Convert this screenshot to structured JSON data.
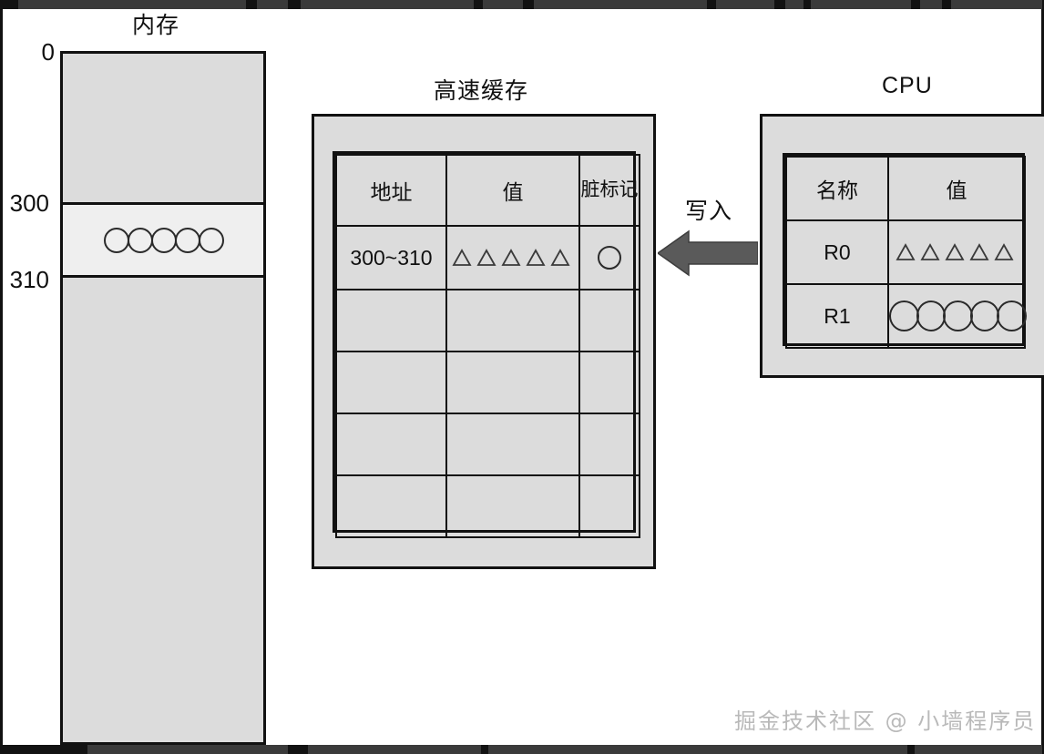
{
  "diagram": {
    "memory": {
      "title": "内存",
      "ticks": [
        "0",
        "300",
        "310"
      ],
      "segments": [
        {
          "name": "upper-free",
          "fill": "#dcdcdc",
          "symbols": "none"
        },
        {
          "name": "highlighted-range-300-310",
          "fill": "#efefef",
          "symbols": "circles",
          "symbol_count": 5
        },
        {
          "name": "lower-free",
          "fill": "#dcdcdc",
          "symbols": "none"
        }
      ]
    },
    "cache": {
      "title": "高速缓存",
      "columns": [
        "地址",
        "值",
        "脏标记"
      ],
      "rows": [
        {
          "address": "300~310",
          "value_symbol": "triangle",
          "value_count": 5,
          "dirty_symbol": "circle"
        },
        {
          "address": "",
          "value_symbol": "",
          "value_count": 0,
          "dirty_symbol": ""
        },
        {
          "address": "",
          "value_symbol": "",
          "value_count": 0,
          "dirty_symbol": ""
        },
        {
          "address": "",
          "value_symbol": "",
          "value_count": 0,
          "dirty_symbol": ""
        },
        {
          "address": "",
          "value_symbol": "",
          "value_count": 0,
          "dirty_symbol": ""
        }
      ]
    },
    "cpu": {
      "title": "CPU",
      "columns": [
        "名称",
        "值"
      ],
      "registers": [
        {
          "name": "R0",
          "value_symbol": "triangle",
          "value_count": 5
        },
        {
          "name": "R1",
          "value_symbol": "circle",
          "value_count": 5
        }
      ]
    },
    "arrow": {
      "label": "写入",
      "direction": "left",
      "color": "#5a5a5a",
      "from": "CPU",
      "to": "高速缓存"
    },
    "watermark": "掘金技术社区 @ 小墙程序员",
    "colors": {
      "fill_gray": "#dcdcdc",
      "fill_light": "#efefef",
      "stroke": "#111111",
      "arrow": "#5a5a5a",
      "watermark": "#b9b9b9"
    }
  }
}
